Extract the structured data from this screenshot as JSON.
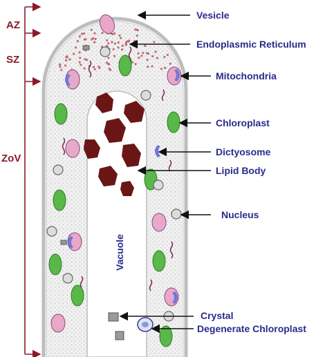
{
  "zones": {
    "az": "AZ",
    "sz": "SZ",
    "zov": "ZoV"
  },
  "labels": {
    "vesicle": "Vesicle",
    "er": "Endoplasmic Reticulum",
    "mitochondria": "Mitochondria",
    "chloroplast": "Chloroplast",
    "dictyosome": "Dictyosome",
    "lipid_body": "Lipid Body",
    "nucleus": "Nucleus",
    "crystal": "Crystal",
    "degenerate_chloroplast": "Degenerate Chloroplast"
  },
  "vacuole_label": "Vacuole",
  "colors": {
    "zone": "#8a1a2a",
    "label": "#2a2a8c",
    "lipid": "#6b1616",
    "chloroplast": "#58b848",
    "mitochondria": "#e8a8c8",
    "dictyosome": "#6f78d8",
    "cell_wall": "#b8b8b8"
  }
}
